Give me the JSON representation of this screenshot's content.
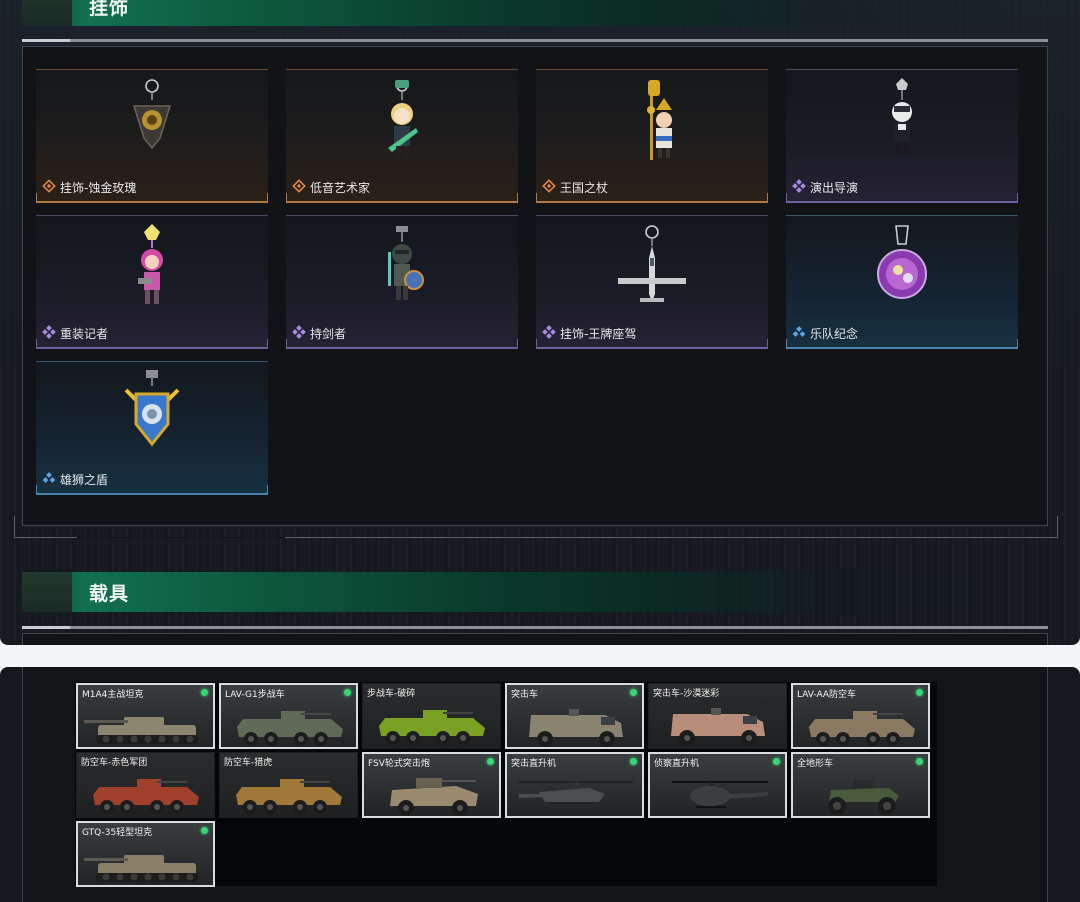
{
  "charms_section": {
    "title": "挂饰",
    "items": [
      {
        "name": "挂饰-蚀金玫瑰",
        "rarity": "orange",
        "icon": "rose-emblem-charm"
      },
      {
        "name": "低音艺术家",
        "rarity": "orange",
        "icon": "guitarist-charm"
      },
      {
        "name": "王国之杖",
        "rarity": "orange",
        "icon": "scepter-king-charm"
      },
      {
        "name": "演出导演",
        "rarity": "purple",
        "icon": "director-charm"
      },
      {
        "name": "重装记者",
        "rarity": "purple",
        "icon": "reporter-charm"
      },
      {
        "name": "持剑者",
        "rarity": "purple",
        "icon": "swordsman-charm"
      },
      {
        "name": "挂饰-王牌座驾",
        "rarity": "purple",
        "icon": "jet-plane-charm"
      },
      {
        "name": "乐队纪念",
        "rarity": "blue",
        "icon": "band-medal-charm"
      },
      {
        "name": "雄狮之盾",
        "rarity": "blue",
        "icon": "lion-shield-charm"
      }
    ]
  },
  "vehicles_section": {
    "title": "载具",
    "items": [
      {
        "name": "M1A4主战坦克",
        "owned": true,
        "selected": true,
        "kind": "tank",
        "color": "#8c8670"
      },
      {
        "name": "LAV-G1步战车",
        "owned": true,
        "selected": true,
        "kind": "apc",
        "color": "#5f6a58"
      },
      {
        "name": "步战车-破碎",
        "owned": false,
        "selected": false,
        "kind": "apc",
        "color": "#7aa024"
      },
      {
        "name": "突击车",
        "owned": true,
        "selected": true,
        "kind": "truck",
        "color": "#8a8470"
      },
      {
        "name": "突击车-沙漠迷彩",
        "owned": false,
        "selected": false,
        "kind": "truck",
        "color": "#b88e7a"
      },
      {
        "name": "LAV-AA防空车",
        "owned": true,
        "selected": true,
        "kind": "apc",
        "color": "#8a7a62"
      },
      {
        "name": "防空车-赤色军团",
        "owned": false,
        "selected": false,
        "kind": "apc",
        "color": "#a0402a"
      },
      {
        "name": "防空车-猎虎",
        "owned": false,
        "selected": false,
        "kind": "apc",
        "color": "#a07838"
      },
      {
        "name": "FSV轮式突击炮",
        "owned": true,
        "selected": true,
        "kind": "buggy",
        "color": "#9a8a70"
      },
      {
        "name": "突击直升机",
        "owned": true,
        "selected": true,
        "kind": "heli-attack",
        "color": "#4a4e50"
      },
      {
        "name": "侦察直升机",
        "owned": true,
        "selected": true,
        "kind": "heli-scout",
        "color": "#3a3e40"
      },
      {
        "name": "全地形车",
        "owned": true,
        "selected": true,
        "kind": "atv",
        "color": "#4a5a3c"
      },
      {
        "name": "GTQ-35轻型坦克",
        "owned": true,
        "selected": true,
        "kind": "tank",
        "color": "#8a8068"
      }
    ]
  }
}
